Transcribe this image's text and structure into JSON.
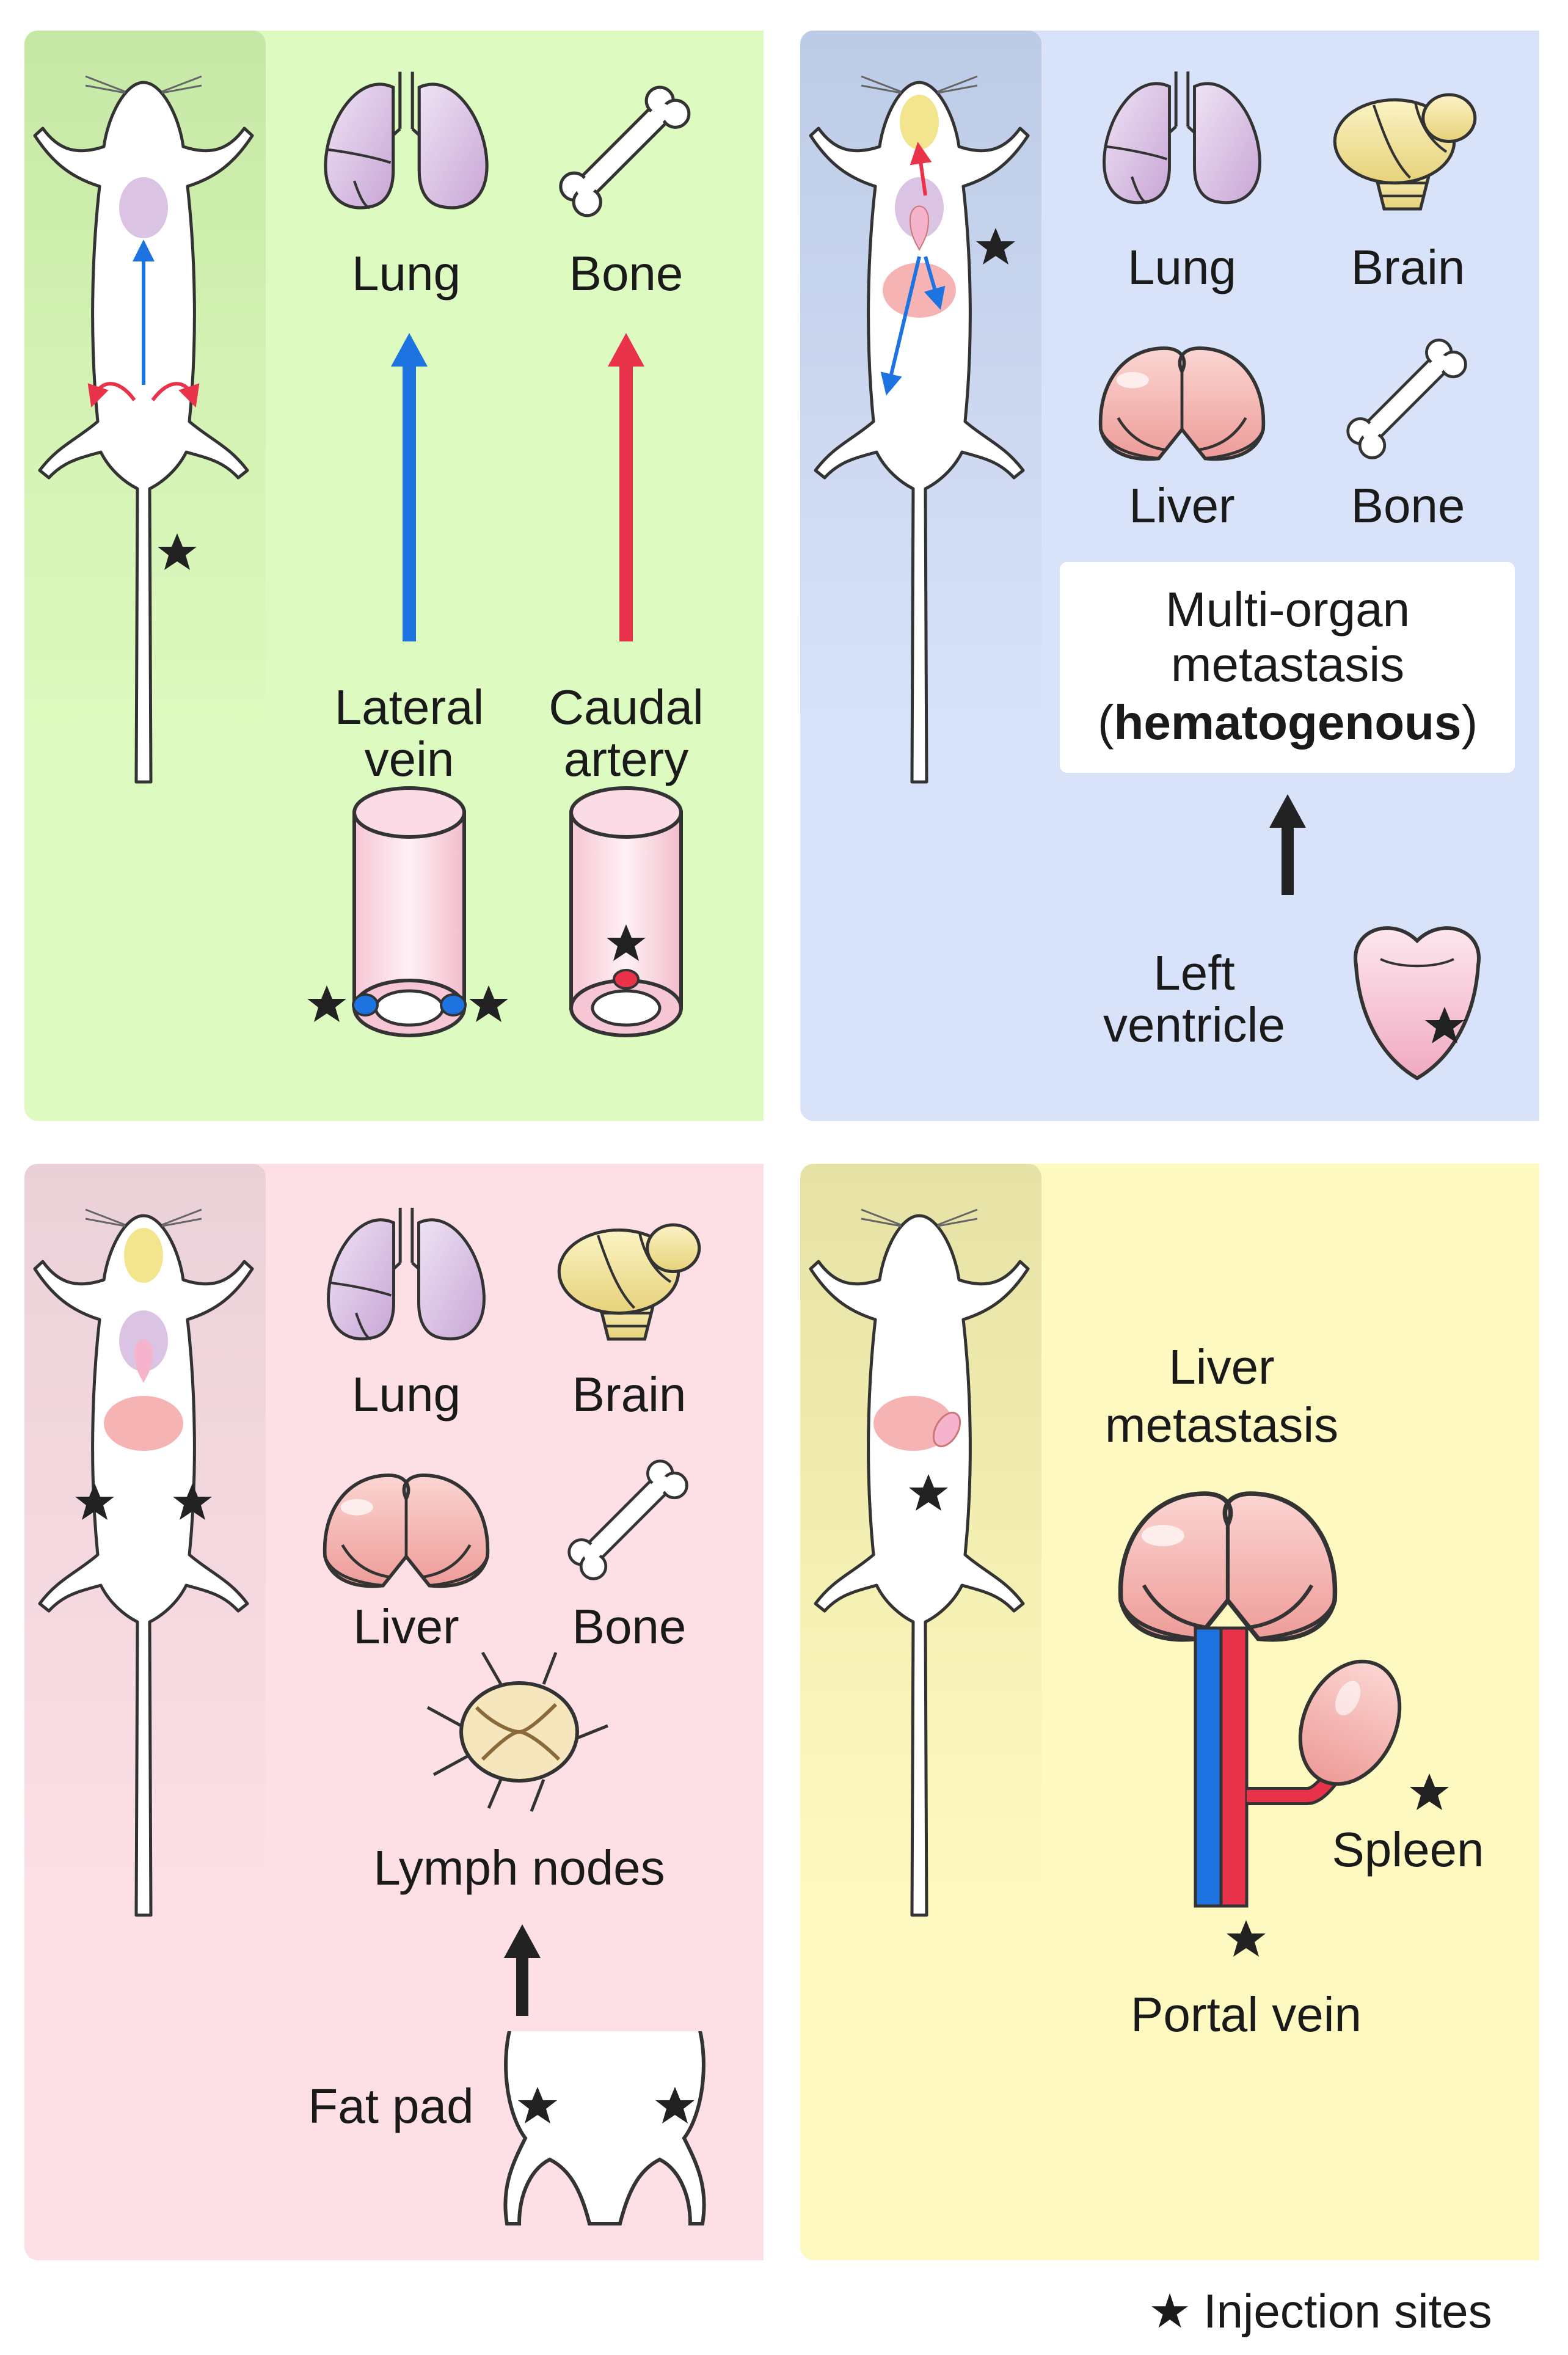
{
  "panels": {
    "top_left": {
      "organs": {
        "lung": "Lung",
        "bone": "Bone"
      },
      "routes": {
        "lateral_line1": "Lateral",
        "lateral_line2": "vein",
        "caudal_line1": "Caudal",
        "caudal_line2": "artery"
      }
    },
    "top_right": {
      "organs": {
        "lung": "Lung",
        "brain": "Brain",
        "liver": "Liver",
        "bone": "Bone"
      },
      "result_line1": "Multi-organ",
      "result_line2": "metastasis",
      "result_line3_open": "(",
      "result_line3_bold": "hematogenous",
      "result_line3_close": ")",
      "site_line1": "Left",
      "site_line2": "ventricle"
    },
    "bottom_left": {
      "organs": {
        "lung": "Lung",
        "brain": "Brain",
        "liver": "Liver",
        "bone": "Bone",
        "lymph": "Lymph nodes"
      },
      "site": "Fat pad"
    },
    "bottom_right": {
      "title_line1": "Liver",
      "title_line2": "metastasis",
      "spleen": "Spleen",
      "portal": "Portal vein"
    }
  },
  "legend": {
    "symbol": "★",
    "label": "Injection sites"
  },
  "colors": {
    "green_bg": "#DDFBC0",
    "blue_bg": "#D8E3FA",
    "pink_bg": "#FCE0E6",
    "yellow_bg": "#FEF9C0",
    "vein_blue": "#1D74E0",
    "artery_red": "#E8334B",
    "lung": "#D7BCE0",
    "liver": "#F4A6A6",
    "brain": "#F3E58E"
  }
}
